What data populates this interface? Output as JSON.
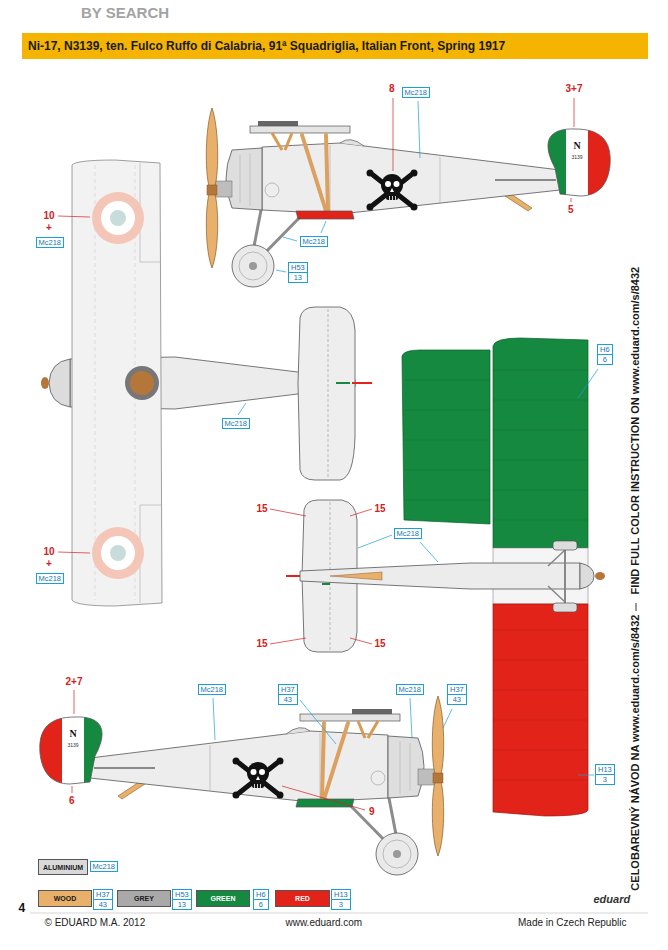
{
  "diagram": {
    "title": "Ni-17, N3139, ten. Fulco Ruffo di Calabria, 91ª Squadriglia, Italian Front, Spring 1917",
    "nodes": [
      {
        "text": [
          "Mc218"
        ]
      },
      {
        "text": [
          "Mc218"
        ]
      },
      {
        "text": [
          "Mc218"
        ]
      },
      {
        "text": [
          "H53",
          "13"
        ]
      },
      {
        "text": [
          "H6",
          "6"
        ]
      },
      {
        "text": [
          "Mc218"
        ]
      },
      {
        "text": [
          "Mc218"
        ]
      },
      {
        "text": [
          "Mc218"
        ]
      },
      {
        "text": [
          "Mc218"
        ]
      },
      {
        "text": [
          "H37",
          "43"
        ]
      },
      {
        "text": [
          "Mc218"
        ]
      },
      {
        "text": [
          "H37",
          "43"
        ]
      },
      {
        "text": [
          "H13",
          "3"
        ]
      },
      {
        "text": [
          "Mc218"
        ]
      },
      {
        "text": [
          "H37",
          "43"
        ]
      },
      {
        "text": [
          "H53",
          "13"
        ]
      },
      {
        "text": [
          "H6",
          "6"
        ]
      },
      {
        "text": [
          "H13",
          "3"
        ]
      }
    ],
    "labels": [
      "BY SEARCH",
      "8",
      "3+7",
      "N",
      "3139",
      "5",
      "10",
      "+",
      "FIND FULL COLOR INSTRUCTION ON www.eduard.com/s/8432",
      "15",
      "15",
      "10",
      "+",
      "CELOBAREVNÝ NÁVOD NA www.eduard.com/s/8432",
      "15",
      "15",
      "2+7",
      "N",
      "3139",
      "6",
      "9",
      "4",
      "© EDUARD M.A. 2012",
      "www.eduard.com",
      "Made in Czech Republic",
      "eduard"
    ],
    "legend": [
      {
        "text": "ALUMINIUM",
        "color": "#d9d9d9"
      },
      {
        "text": "WOOD",
        "color": "#e8b06a"
      },
      {
        "text": "GREY",
        "color": "#a9a9a9"
      },
      {
        "text": "GREEN",
        "color": "#15893f"
      },
      {
        "text": "RED",
        "color": "#e2231a"
      }
    ]
  }
}
